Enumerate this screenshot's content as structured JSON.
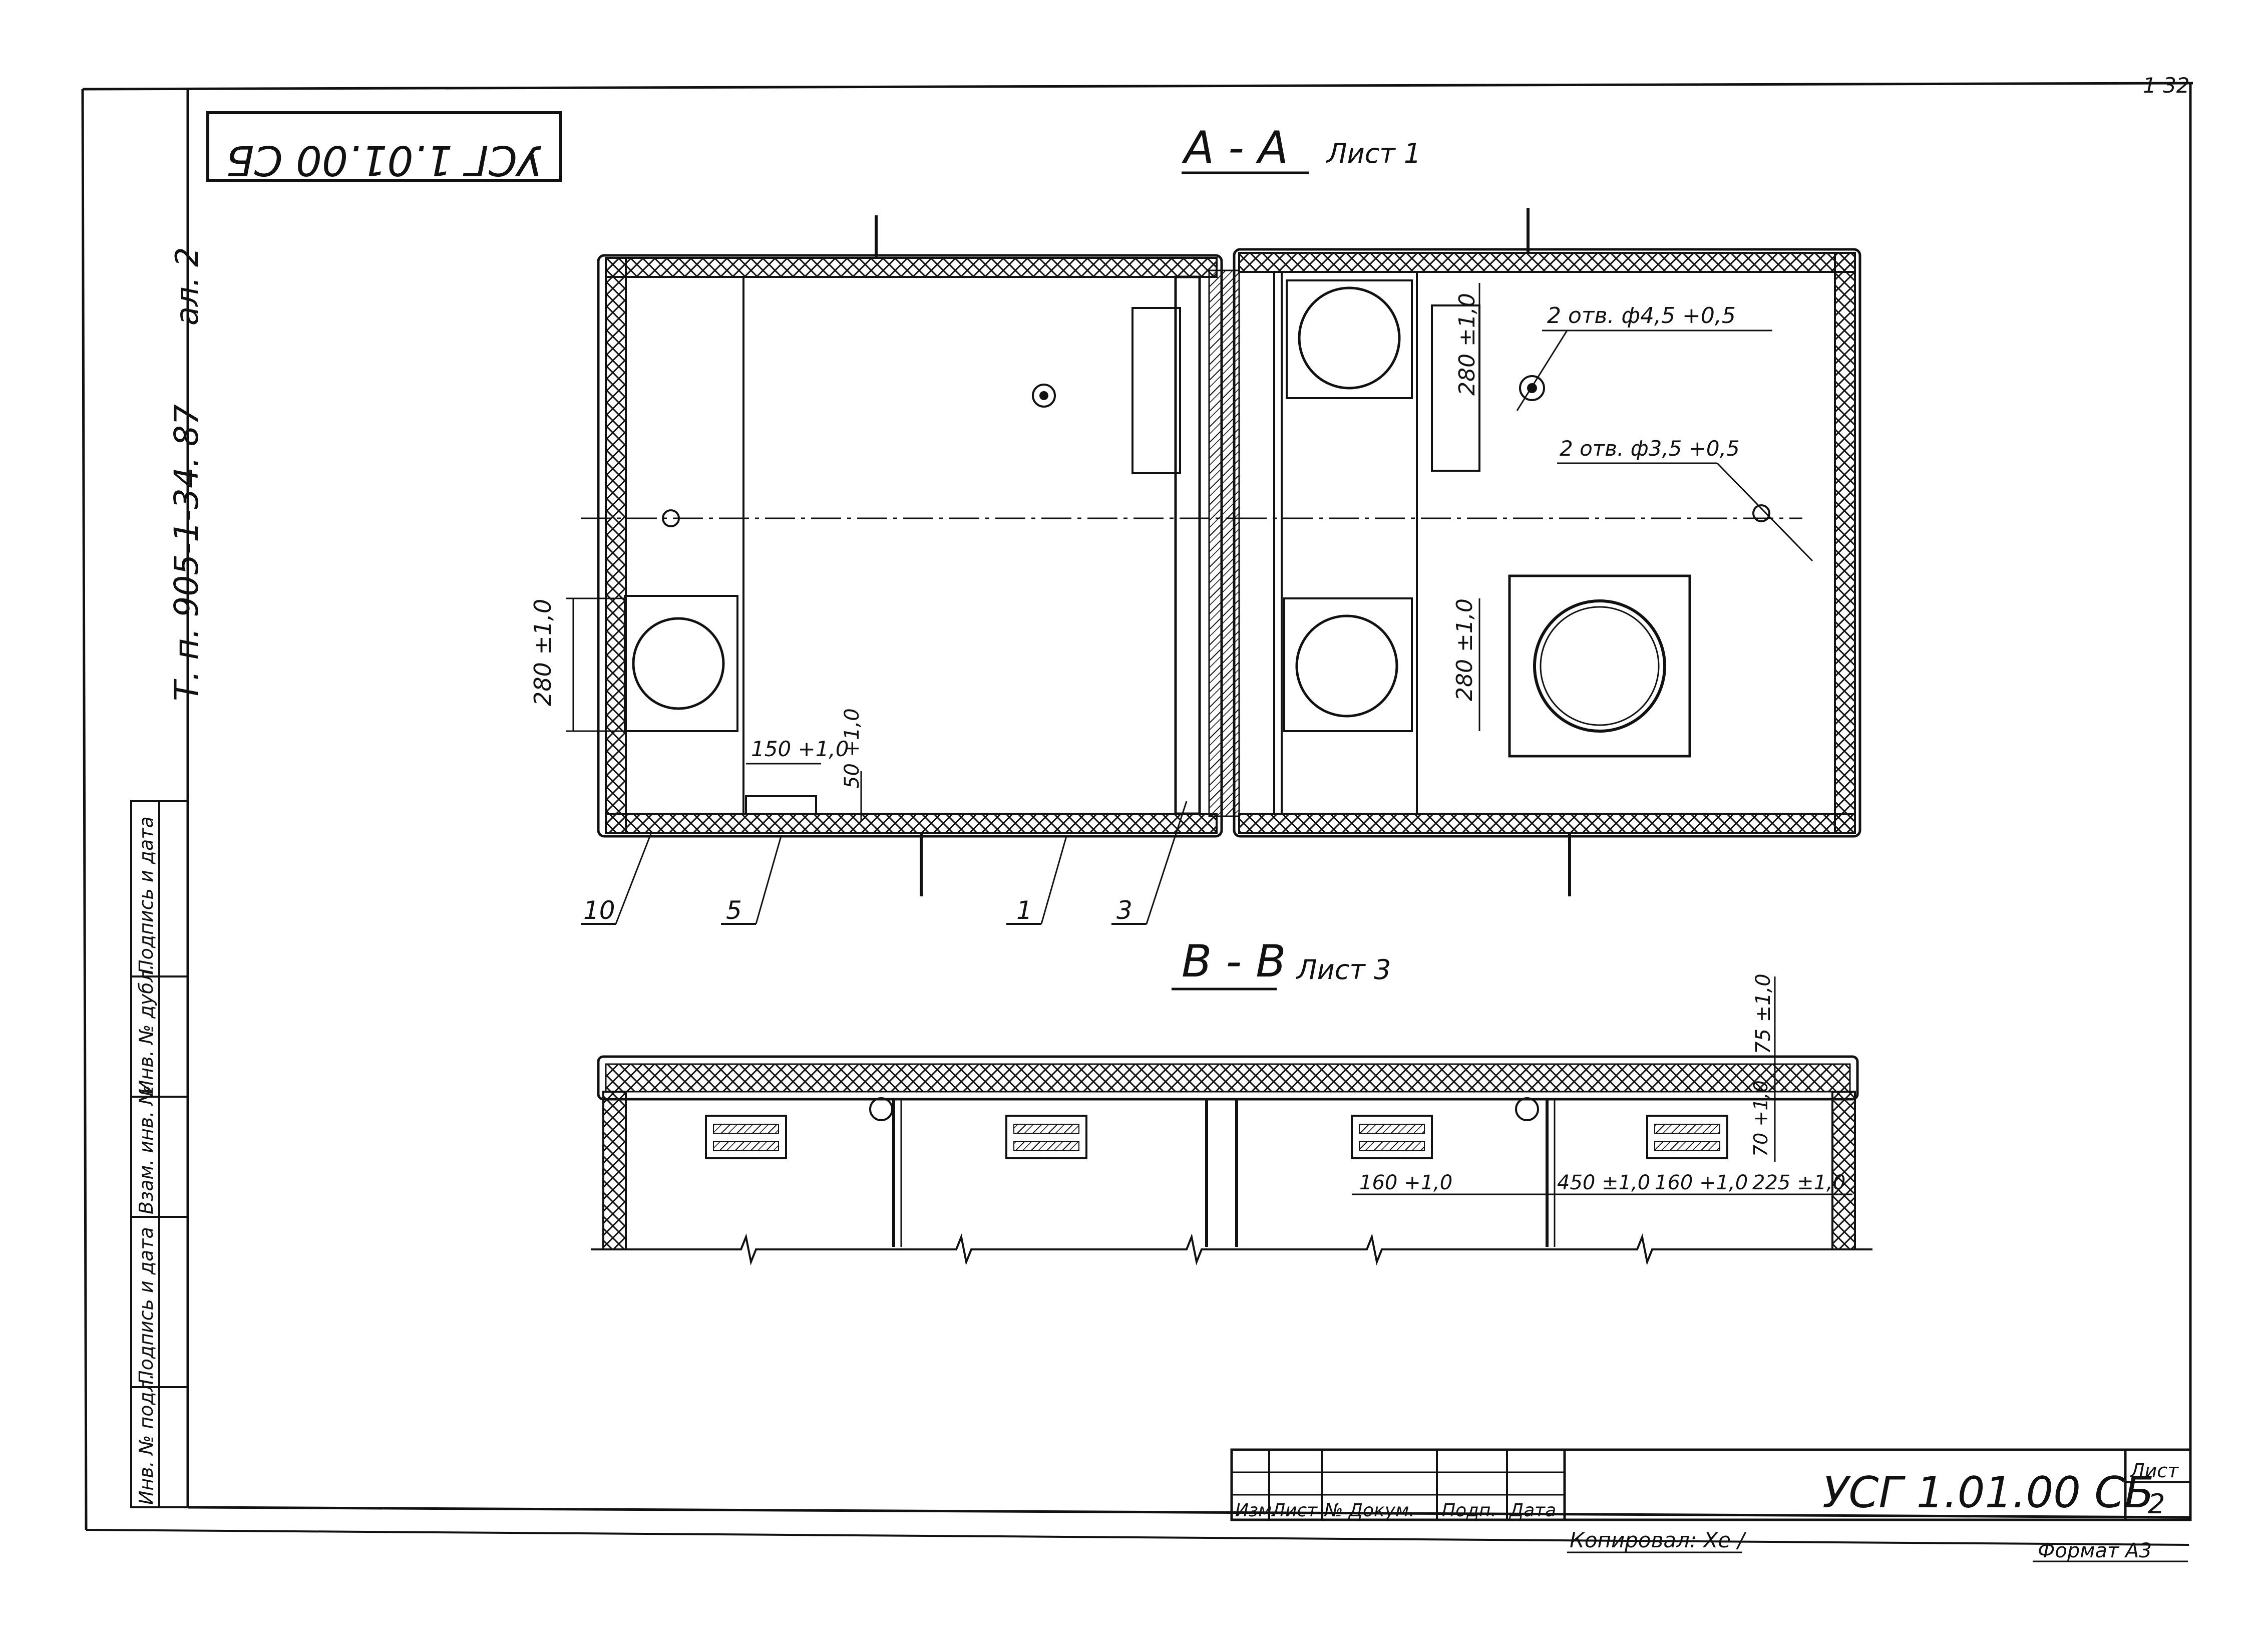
{
  "sheet": {
    "top_stamp": "УСГ 1.01.00 СБ",
    "corner_number": "1 32",
    "side_ref": "Т. п. 905-1-34. 87",
    "side_album": "ал. 2",
    "side_columns": [
      "Инв. № подл.",
      "Подпись и дата",
      "Взам. инв. №",
      "Инв. № дубл.",
      "Подпись и дата"
    ]
  },
  "section_a": {
    "title": "А - А",
    "sheet_ref": "Лист 1",
    "dim_left": "280 ±1,0",
    "dim_mid_top": "280 ±1,0",
    "dim_mid_bottom": "280 ±1,0",
    "dim_150": "150 +1,0",
    "dim_50": "50 +1,0",
    "hole_1": "2 отв. ф4,5 +0,5",
    "hole_2": "2 отв. ф3,5 +0,5",
    "pos_10": "10",
    "pos_5": "5",
    "pos_1": "1",
    "pos_3": "3"
  },
  "section_b": {
    "title": "В - В",
    "sheet_ref": "Лист 3",
    "dim_75": "75 ±1,0",
    "dim_70": "70 +1,0",
    "dim_160a": "160 +1,0",
    "dim_450": "450 ±1,0",
    "dim_160b": "160 +1,0",
    "dim_225": "225 ±1,0"
  },
  "title_block": {
    "col_headers": [
      "Изм.",
      "Лист",
      "№ Докум.",
      "Подп.",
      "Дата"
    ],
    "designation": "УСГ 1.01.00 СБ",
    "sheet_label": "Лист",
    "sheet_number": "2",
    "copied_by": "Копировал: Хе /",
    "format": "Формат А3"
  }
}
